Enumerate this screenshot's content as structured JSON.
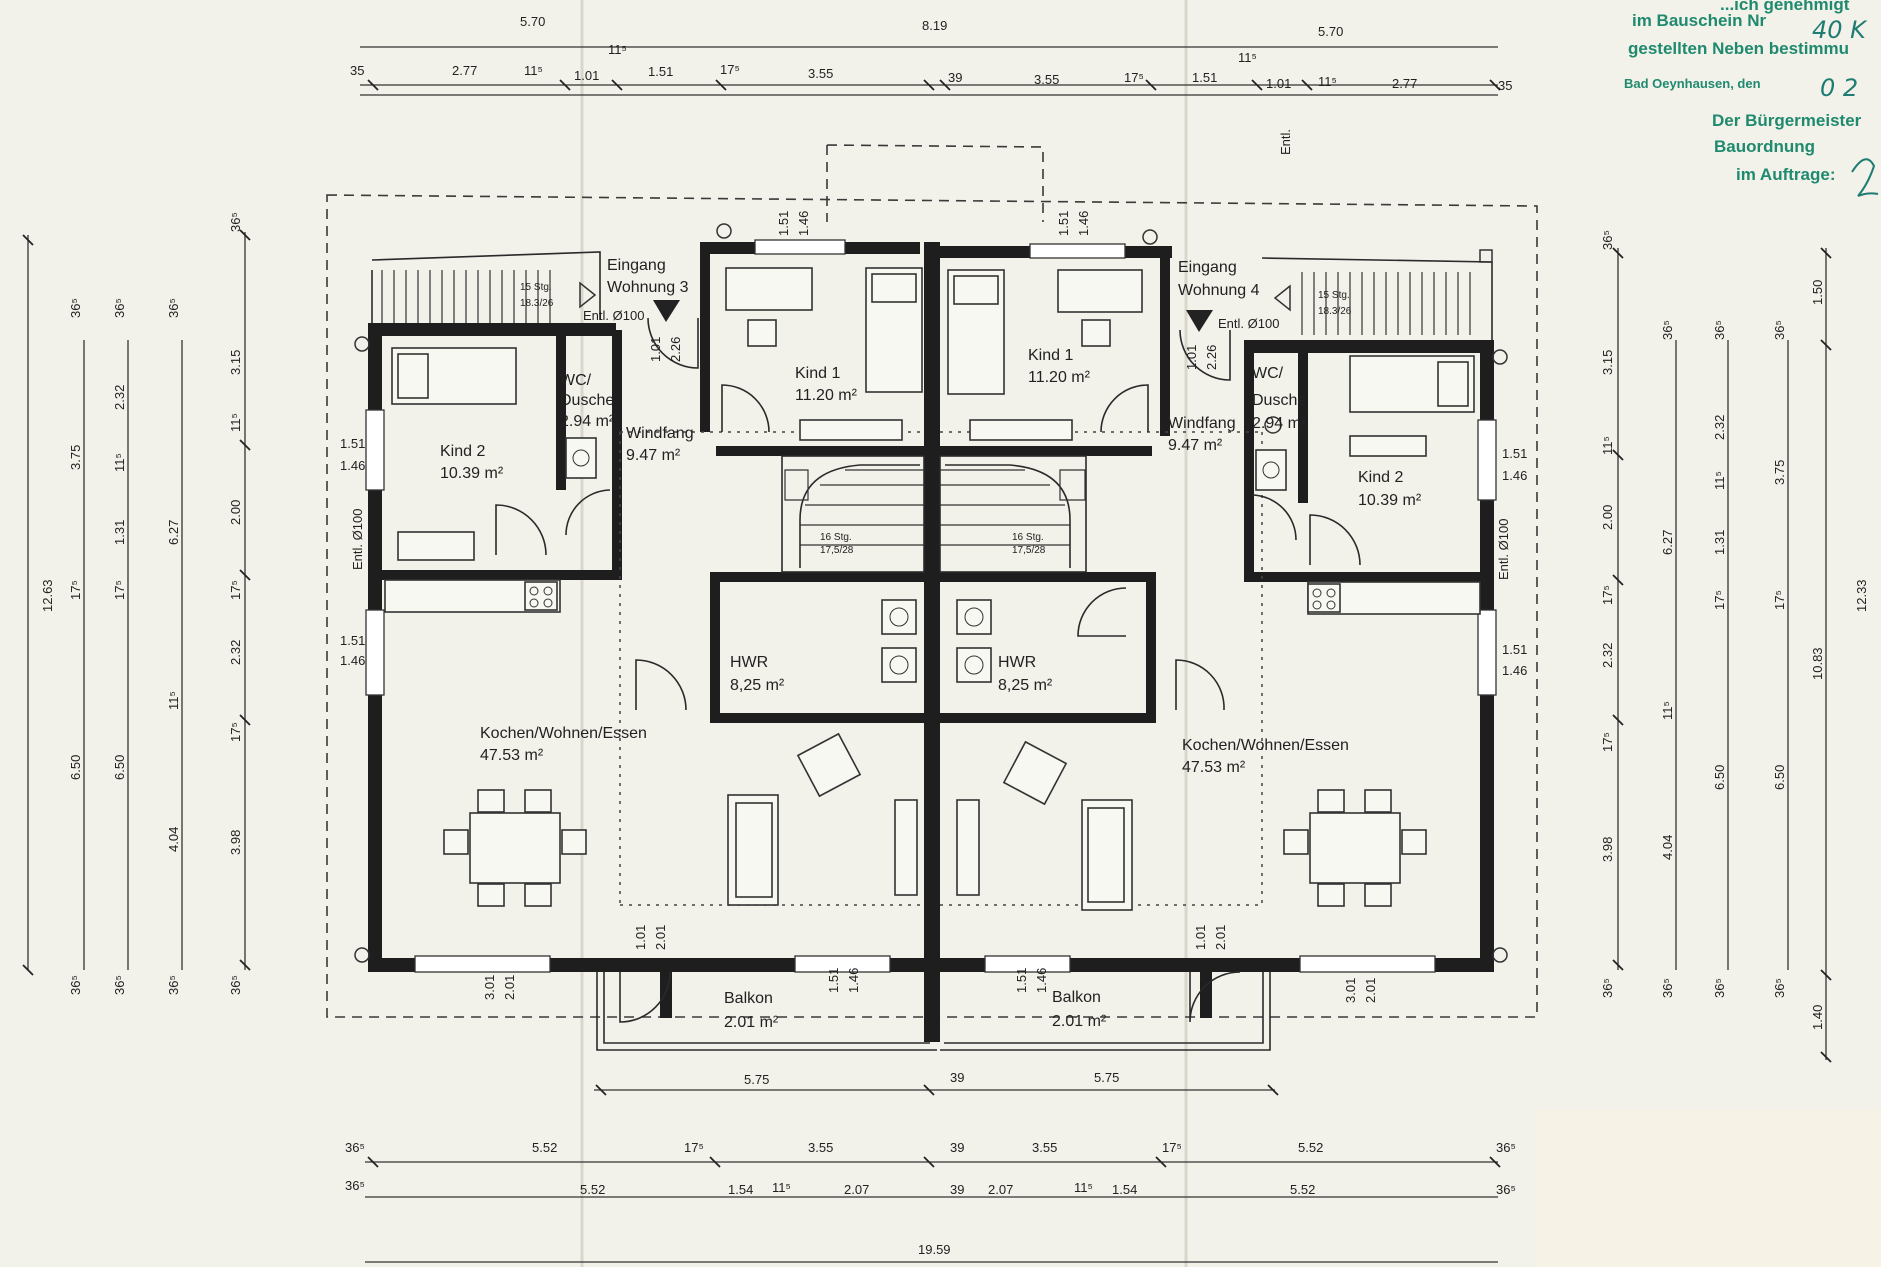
{
  "rooms": {
    "kind2_left_name": "Kind 2",
    "kind2_left_area": "10.39 m²",
    "kind1_left_name": "Kind 1",
    "kind1_left_area": "11.20 m²",
    "kind1_right_name": "Kind 1",
    "kind1_right_area": "11.20 m²",
    "kind2_right_name": "Kind 2",
    "kind2_right_area": "10.39 m²",
    "windfang_left_name": "Windfang",
    "windfang_left_area": "9.47 m²",
    "windfang_right_name": "Windfang",
    "windfang_right_area": "9.47 m²",
    "wc_left_a": "WC/",
    "wc_left_b": "Dusche",
    "wc_left_area": "2.94 m²",
    "wc_right_a": "WC/",
    "wc_right_b": "Dusche",
    "wc_right_area": "2.94 m²",
    "hwr_left_name": "HWR",
    "hwr_left_area": "8,25 m²",
    "hwr_right_name": "HWR",
    "hwr_right_area": "8,25 m²",
    "kwe_left_name": "Kochen/Wohnen/Essen",
    "kwe_left_area": "47.53 m²",
    "kwe_right_name": "Kochen/Wohnen/Essen",
    "kwe_right_area": "47.53 m²",
    "balkon_left_name": "Balkon",
    "balkon_left_area": "2.01 m²",
    "balkon_right_name": "Balkon",
    "balkon_right_area": "2.01 m²",
    "eingang_left_a": "Eingang",
    "eingang_left_b": "Wohnung 3",
    "eingang_right_a": "Eingang",
    "eingang_right_b": "Wohnung 4"
  },
  "stairs": {
    "outer_left_a": "15 Stg.",
    "outer_left_b": "18.3/26",
    "outer_right_a": "15 Stg.",
    "outer_right_b": "18.3/26",
    "inner_left_a": "16 Stg.",
    "inner_left_b": "17,5/28",
    "inner_right_a": "16 Stg.",
    "inner_right_b": "17,5/28"
  },
  "vent_labels": {
    "entl_top_left": "Entl. Ø100",
    "entl_top_right": "Entl. Ø100",
    "entl_side_left": "Entl. Ø100",
    "entl_side_right": "Entl. Ø100",
    "entl_top": "Entl."
  },
  "dimensions": {
    "top_row1": [
      "5.70",
      "8.19",
      "5.70"
    ],
    "top_row1_small": [
      "11⁵",
      "11⁵"
    ],
    "top_row2": [
      "35",
      "2.77",
      "11⁵",
      "1.01",
      "1.51",
      "17⁵",
      "3.55",
      "39",
      "3.55",
      "17⁵",
      "1.51",
      "1.01",
      "11⁵",
      "2.77",
      "35"
    ],
    "bottom_balcony": [
      "5.75",
      "39",
      "5.75"
    ],
    "bottom_row1": [
      "36⁵",
      "5.52",
      "17⁵",
      "3.55",
      "39",
      "3.55",
      "17⁵",
      "5.52",
      "36⁵"
    ],
    "bottom_row2": [
      "36⁵",
      "5.52",
      "1.54",
      "11⁵",
      "2.07",
      "39",
      "2.07",
      "11⁵",
      "1.54",
      "5.52",
      "36⁵"
    ],
    "bottom_total": "19.59",
    "left_total": "12.63",
    "left_col1": [
      "36⁵",
      "3.75",
      "17⁵",
      "6.50",
      "36⁵"
    ],
    "left_col2": [
      "36⁵",
      "2.32",
      "11⁵",
      "1.31",
      "17⁵",
      "6.50",
      "36⁵"
    ],
    "left_col3": [
      "36⁵",
      "6.27",
      "11⁵",
      "4.04",
      "36⁵"
    ],
    "left_col4": [
      "36⁵",
      "3.15",
      "11⁵",
      "2.00",
      "17⁵",
      "2.32",
      "17⁵",
      "3.98",
      "36⁵"
    ],
    "right_col4": [
      "36⁵",
      "3.15",
      "11⁵",
      "2.00",
      "17⁵",
      "2.32",
      "17⁵",
      "3.98",
      "36⁵"
    ],
    "right_col3": [
      "36⁵",
      "6.27",
      "11⁵",
      "4.04",
      "36⁵"
    ],
    "right_col2": [
      "36⁵",
      "2.32",
      "11⁵",
      "1.31",
      "17⁵",
      "6.50",
      "36⁵"
    ],
    "right_col1": [
      "36⁵",
      "3.75",
      "17⁵",
      "6.50",
      "36⁵"
    ],
    "right_far": [
      "1.50",
      "10.83",
      "1.40"
    ],
    "right_total": "12.33",
    "window_w": "1.51",
    "window_h": "1.46",
    "door_w": "1.01",
    "door_h": "2.26",
    "door_h2": "2.01",
    "door_w2": "3.01"
  },
  "stamp": {
    "line1": "...ich genehmigt",
    "line2": "im Bauschein Nr",
    "line2_hand": "40 K",
    "line3": "gestellten Neben bestimmu",
    "line4": "Bad Oeynhausen, den",
    "line4_hand": "0 2",
    "line5": "Der Bürgermeister",
    "line6": "Bauordnung",
    "line7": "im Auftrage:"
  }
}
